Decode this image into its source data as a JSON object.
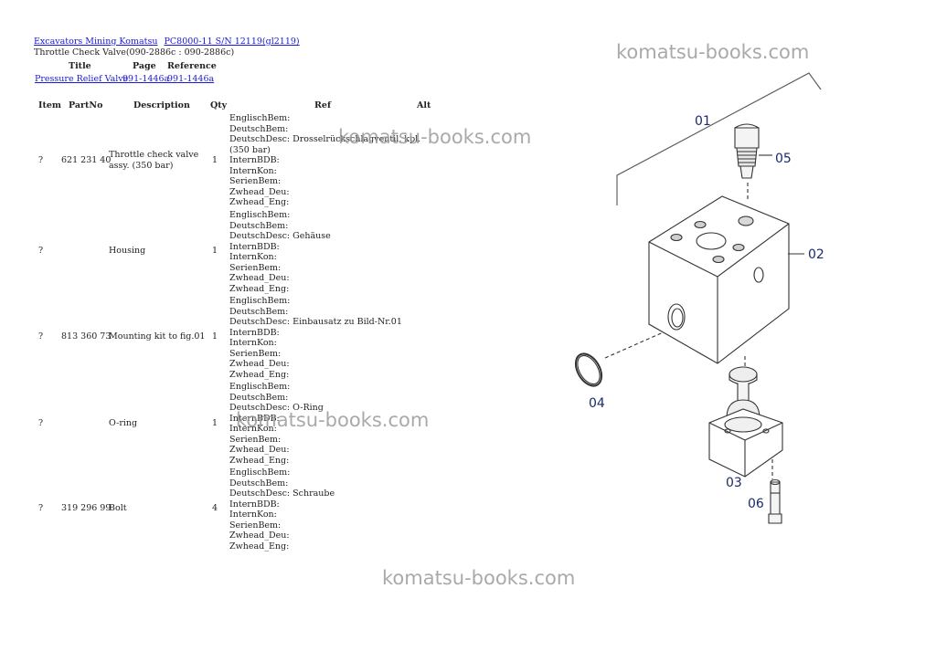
{
  "breadcrumb": [
    {
      "label": "Excavators Mining Komatsu"
    },
    {
      "label": "PC8000-11 S/N 12119(gl2119)"
    }
  ],
  "page_subtitle": "Throttle Check Valve(090-2886c : 090-2886c)",
  "reference_table": {
    "headers": {
      "title": "Title",
      "page": "Page",
      "reference": "Reference"
    },
    "row": {
      "title": "Pressure Relief Valve",
      "page": "991-1446a",
      "reference": "991-1446a"
    }
  },
  "parts_table": {
    "headers": {
      "item": "Item",
      "partno": "PartNo",
      "description": "Description",
      "qty": "Qty",
      "ref": "Ref",
      "alt": "Alt"
    },
    "rows": [
      {
        "item": "?",
        "partno": "621 231 40",
        "description": "Throttle check valve assy. (350 bar)",
        "qty": "1",
        "ref": [
          "EnglischBem:",
          "DeutschBem:",
          "DeutschDesc: Drosselrückschlagventil, kpl.",
          "(350 bar)",
          "InternBDB:",
          "InternKon:",
          "SerienBem:",
          "Zwhead_Deu:",
          "Zwhead_Eng:"
        ]
      },
      {
        "item": "?",
        "partno": "",
        "description": "Housing",
        "qty": "1",
        "ref": [
          "EnglischBem:",
          "DeutschBem:",
          "DeutschDesc: Gehäuse",
          "InternBDB:",
          "InternKon:",
          "SerienBem:",
          "Zwhead_Deu:",
          "Zwhead_Eng:"
        ]
      },
      {
        "item": "?",
        "partno": "813 360 73",
        "description": "Mounting kit to fig.01",
        "qty": "1",
        "ref": [
          "EnglischBem:",
          "DeutschBem:",
          "DeutschDesc: Einbausatz zu Bild-Nr.01",
          "InternBDB:",
          "InternKon:",
          "SerienBem:",
          "Zwhead_Deu:",
          "Zwhead_Eng:"
        ]
      },
      {
        "item": "?",
        "partno": "",
        "description": "O-ring",
        "qty": "1",
        "ref": [
          "EnglischBem:",
          "DeutschBem:",
          "DeutschDesc: O-Ring",
          "InternBDB:",
          "InternKon:",
          "SerienBem:",
          "Zwhead_Deu:",
          "Zwhead_Eng:"
        ]
      },
      {
        "item": "?",
        "partno": "319 296 99",
        "description": "Bolt",
        "qty": "4",
        "ref": [
          "EnglischBem:",
          "DeutschBem:",
          "DeutschDesc: Schraube",
          "InternBDB:",
          "InternKon:",
          "SerienBem:",
          "Zwhead_Deu:",
          "Zwhead_Eng:"
        ]
      }
    ]
  },
  "watermark_text": "komatsu-books.com",
  "diagram_callouts": [
    "01",
    "05",
    "02",
    "04",
    "03",
    "06"
  ],
  "colors": {
    "link": "#1a1ad8",
    "callout": "#1a2a6c",
    "watermark": "#9b9b9b"
  }
}
